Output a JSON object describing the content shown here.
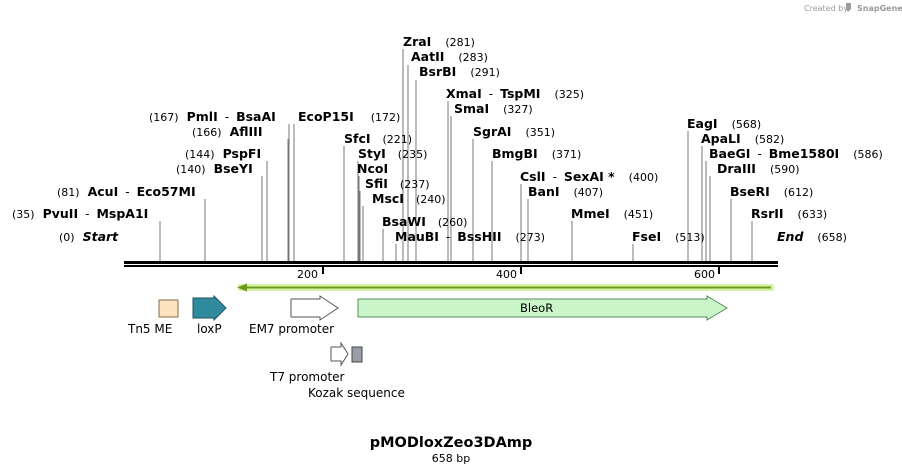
{
  "credit": "Created by",
  "credit_brand": "SnapGene",
  "title": "pMODloxZeo3DAmp",
  "subtitle": "658 bp",
  "ruler": {
    "ticks": [
      "200",
      "400",
      "600"
    ]
  },
  "sites": [
    {
      "name": "ZraI",
      "pos": "(281)"
    },
    {
      "name": "AatII",
      "pos": "(283)"
    },
    {
      "name": "BsrBI",
      "pos": "(291)"
    },
    {
      "name": "XmaI",
      "name2": "TspMI",
      "pos": "(325)"
    },
    {
      "name": "SmaI",
      "pos": "(327)"
    },
    {
      "name": "PmlI",
      "name2": "BsaAI",
      "pos": "(167)"
    },
    {
      "name": "EcoP15I",
      "pos": "(172)"
    },
    {
      "name": "AflIII",
      "pos": "(166)"
    },
    {
      "name": "SgrAI",
      "pos": "(351)"
    },
    {
      "name": "SfcI",
      "pos": "(221)"
    },
    {
      "name": "PspFI",
      "pos": "(144)"
    },
    {
      "name": "StyI",
      "pos": "(235)"
    },
    {
      "name": "BmgBI",
      "pos": "(371)"
    },
    {
      "name": "BseYI",
      "pos": "(140)"
    },
    {
      "name": "NcoI",
      "pos": ""
    },
    {
      "name": "CslI",
      "name2": "SexAI *",
      "pos": "(400)"
    },
    {
      "name": "SfiI",
      "pos": "(237)"
    },
    {
      "name": "AcuI",
      "name2": "Eco57MI",
      "pos": "(81)"
    },
    {
      "name": "BanI",
      "pos": "(407)"
    },
    {
      "name": "MscI",
      "pos": "(240)"
    },
    {
      "name": "PvuII",
      "name2": "MspA1I",
      "pos": "(35)"
    },
    {
      "name": "MmeI",
      "pos": "(451)"
    },
    {
      "name": "BsaWI",
      "pos": "(260)"
    },
    {
      "name": "Start",
      "pos": "(0)"
    },
    {
      "name": "MauBI",
      "name2": "BssHII",
      "pos": "(273)"
    },
    {
      "name": "FseI",
      "pos": "(513)"
    },
    {
      "name": "End",
      "pos": "(658)"
    },
    {
      "name": "EagI",
      "pos": "(568)"
    },
    {
      "name": "ApaLI",
      "pos": "(582)"
    },
    {
      "name": "BaeGI",
      "name2": "Bme1580I",
      "pos": "(586)"
    },
    {
      "name": "DraIII",
      "pos": "(590)"
    },
    {
      "name": "BseRI",
      "pos": "(612)"
    },
    {
      "name": "RsrII",
      "pos": "(633)"
    }
  ],
  "features": [
    {
      "label": "Tn5 ME",
      "color": "#fde3c0"
    },
    {
      "label": "loxP",
      "color": "#2f8a9e"
    },
    {
      "label": "EM7 promoter",
      "color": "#ffffff"
    },
    {
      "label": "BleoR",
      "color": "#c9f5c9"
    },
    {
      "label": "T7 promoter",
      "color": "#ffffff"
    },
    {
      "label": "Kozak sequence",
      "color": "#9a9ea8"
    }
  ],
  "colors": {
    "backbone": "#000000",
    "orf_arrow": "#6b9a1f",
    "orf_glow": "#d8f2a8"
  }
}
